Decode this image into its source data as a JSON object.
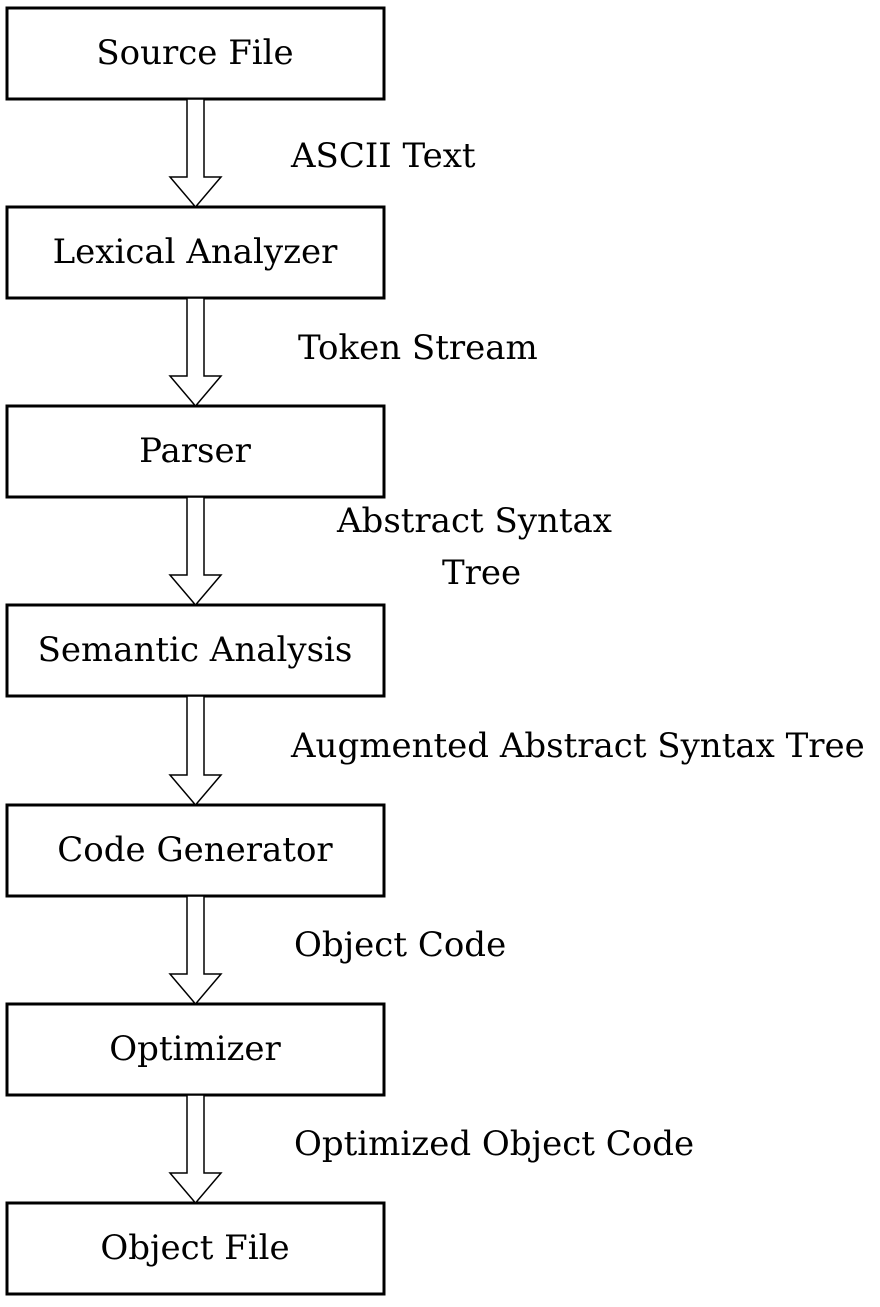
{
  "stages": [
    {
      "label": "Source File"
    },
    {
      "label": "Lexical Analyzer"
    },
    {
      "label": "Parser"
    },
    {
      "label": "Semantic Analysis"
    },
    {
      "label": "Code Generator"
    },
    {
      "label": "Optimizer"
    },
    {
      "label": "Object File"
    }
  ],
  "transitions": [
    {
      "line1": "ASCII Text",
      "line2": ""
    },
    {
      "line1": "Token Stream",
      "line2": ""
    },
    {
      "line1": "Abstract Syntax",
      "line2": "Tree"
    },
    {
      "line1": "Augmented Abstract Syntax Tree",
      "line2": ""
    },
    {
      "line1": "Object Code",
      "line2": ""
    },
    {
      "line1": "Optimized Object Code",
      "line2": ""
    }
  ]
}
